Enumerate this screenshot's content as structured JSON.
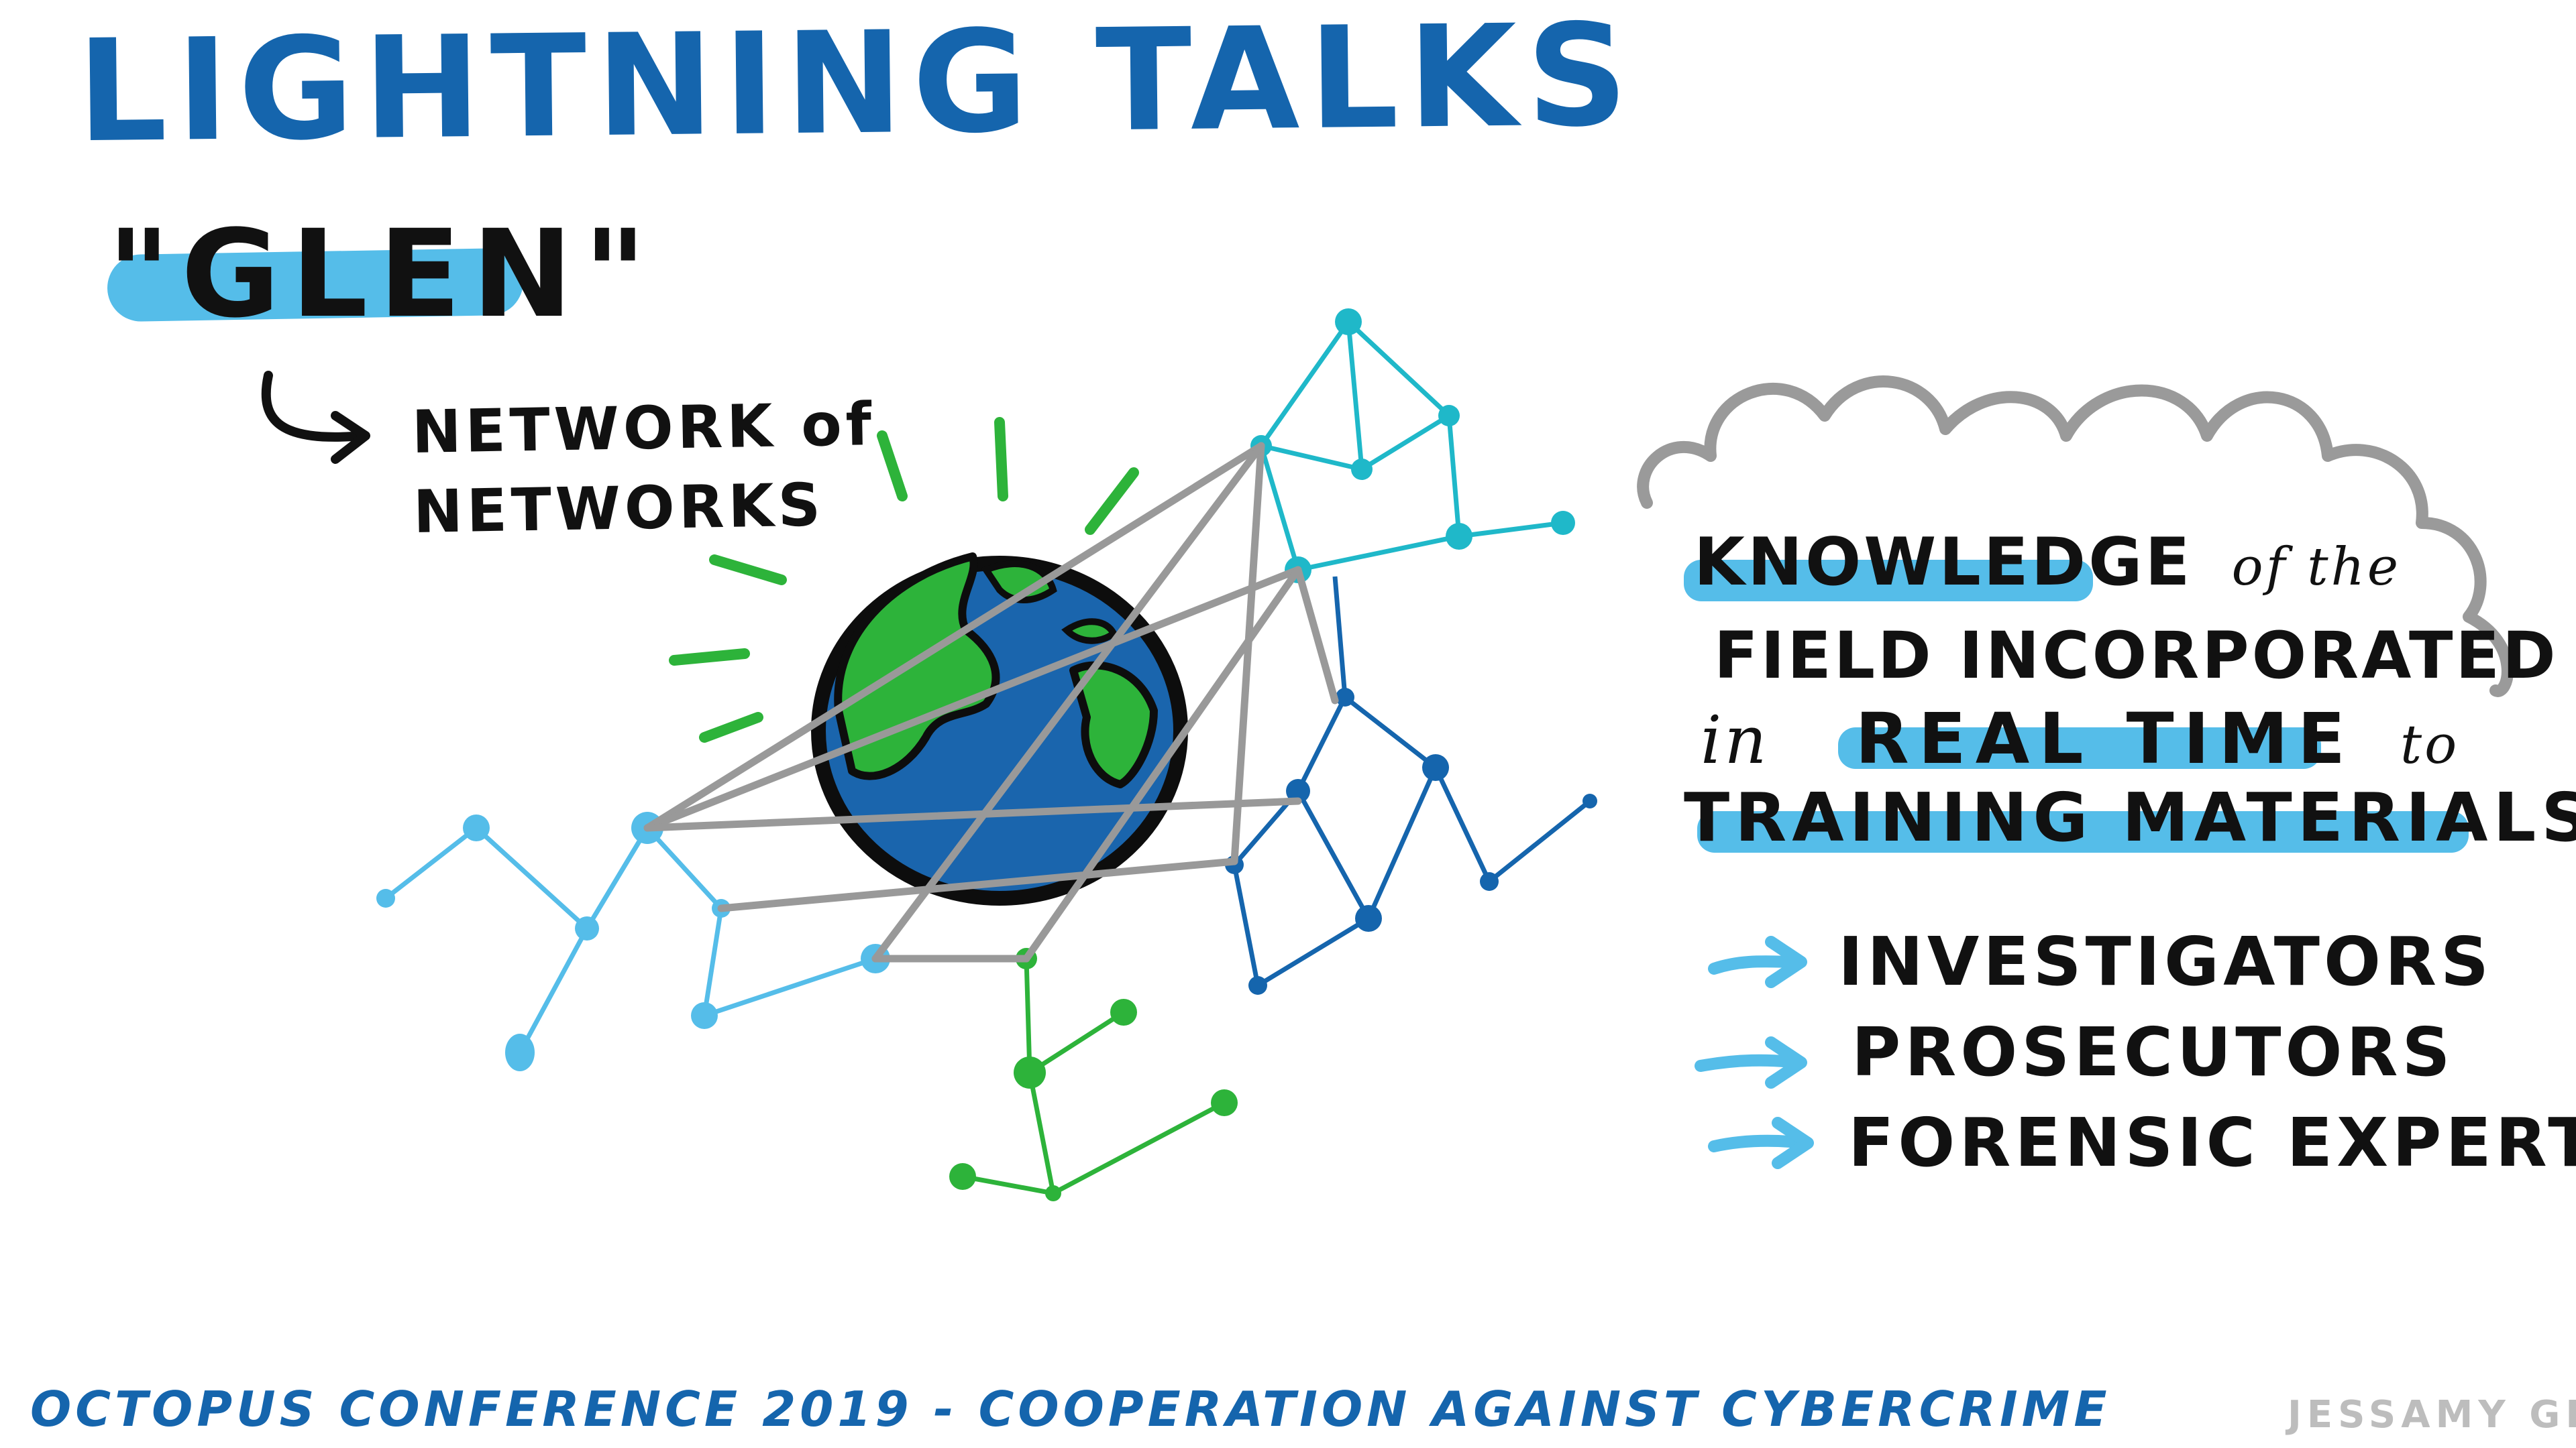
{
  "title": "LIGHTNING TALKS",
  "glen": "\"GLEN\"",
  "network_label": "NETWORK of\nNETWORKS",
  "knowledge": {
    "line1_a": "KNOWLEDGE",
    "line1_b": "of the",
    "line2": "FIELD INCORPORATED",
    "line3_a": "in",
    "line3_b": "REAL TIME",
    "line3_c": "to",
    "line4": "TRAINING MATERIALS"
  },
  "audiences": [
    {
      "label": "INVESTIGATORS"
    },
    {
      "label": "PROSECUTORS"
    },
    {
      "label": "FORENSIC EXPERTS"
    }
  ],
  "footer": "OCTOPUS CONFERENCE 2019 - COOPERATION AGAINST CYBERCRIME",
  "signature": "JESSAMY GEE",
  "colors": {
    "title_blue": "#1565ad",
    "highlight_blue": "#55bde9",
    "teal": "#1fb8c9",
    "dark_blue": "#1565ad",
    "green": "#2db33a",
    "gray": "#999999",
    "ink": "#111111"
  },
  "icons": [
    "globe-icon",
    "cloud-icon",
    "arrow-icon",
    "curved-arrow-icon"
  ]
}
